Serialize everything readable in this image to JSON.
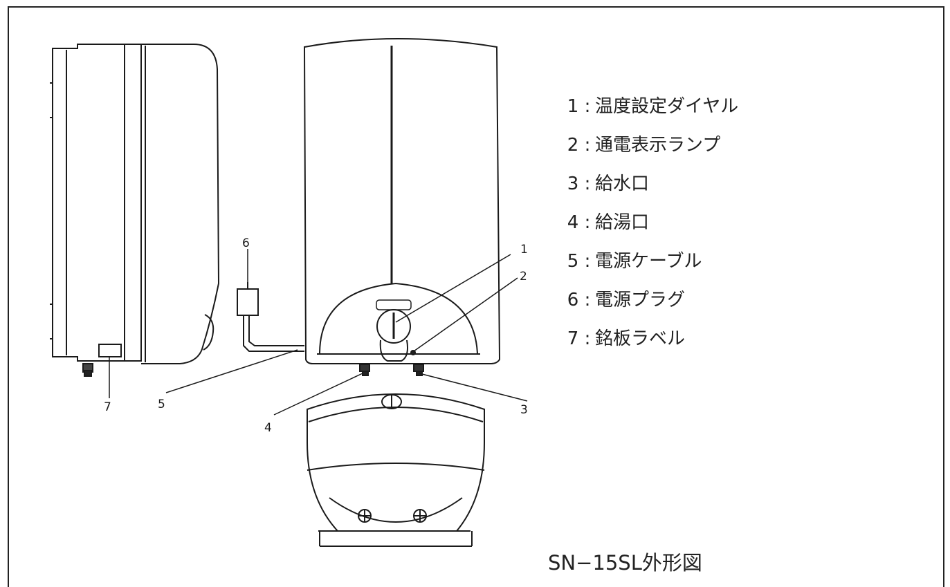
{
  "legend": [
    {
      "num": "1",
      "sep": ":",
      "label": "温度設定ダイヤル"
    },
    {
      "num": "2",
      "sep": ":",
      "label": "通電表示ランプ"
    },
    {
      "num": "3",
      "sep": ":",
      "label": "給水口"
    },
    {
      "num": "4",
      "sep": ":",
      "label": "給湯口"
    },
    {
      "num": "5",
      "sep": ":",
      "label": "電源ケーブル"
    },
    {
      "num": "6",
      "sep": ":",
      "label": "電源プラグ"
    },
    {
      "num": "7",
      "sep": ":",
      "label": "銘板ラベル"
    }
  ],
  "callouts": {
    "c1": "1",
    "c2": "2",
    "c3": "3",
    "c4": "4",
    "c5": "5",
    "c6": "6",
    "c7": "7"
  },
  "caption": "SN−15SL外形図"
}
